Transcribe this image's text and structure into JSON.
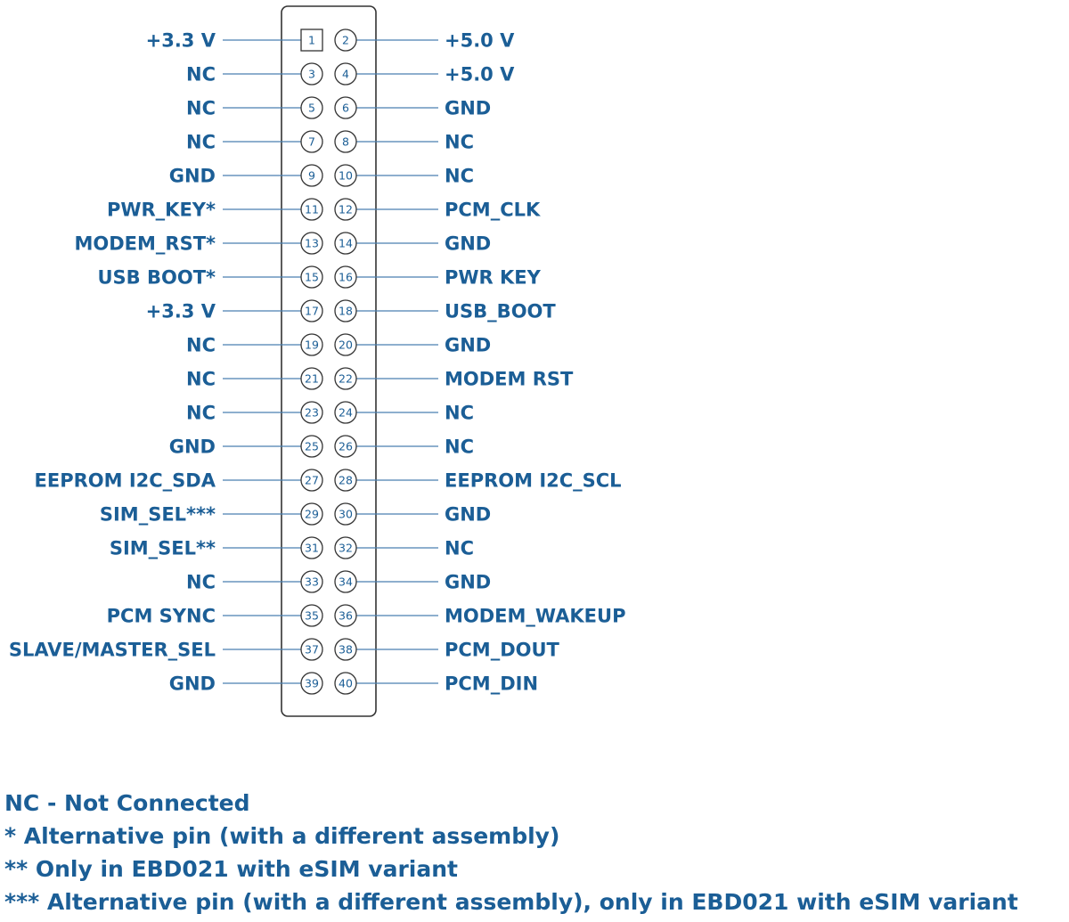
{
  "header": {
    "pins": [
      {
        "number": "1",
        "left": "+3.3 V",
        "right": "+5.0 V",
        "right_number": "2"
      },
      {
        "number": "3",
        "left": "NC",
        "right": "+5.0 V",
        "right_number": "4"
      },
      {
        "number": "5",
        "left": "NC",
        "right": "GND",
        "right_number": "6"
      },
      {
        "number": "7",
        "left": "NC",
        "right": "NC",
        "right_number": "8"
      },
      {
        "number": "9",
        "left": "GND",
        "right": "NC",
        "right_number": "10"
      },
      {
        "number": "11",
        "left": "PWR_KEY*",
        "right": "PCM_CLK",
        "right_number": "12"
      },
      {
        "number": "13",
        "left": "MODEM_RST*",
        "right": "GND",
        "right_number": "14"
      },
      {
        "number": "15",
        "left": "USB BOOT*",
        "right": "PWR KEY",
        "right_number": "16"
      },
      {
        "number": "17",
        "left": "+3.3 V",
        "right": "USB_BOOT",
        "right_number": "18"
      },
      {
        "number": "19",
        "left": "NC",
        "right": "GND",
        "right_number": "20"
      },
      {
        "number": "21",
        "left": "NC",
        "right": "MODEM RST",
        "right_number": "22"
      },
      {
        "number": "23",
        "left": "NC",
        "right": "NC",
        "right_number": "24"
      },
      {
        "number": "25",
        "left": "GND",
        "right": "NC",
        "right_number": "26"
      },
      {
        "number": "27",
        "left": "EEPROM I2C_SDA",
        "right": "EEPROM I2C_SCL",
        "right_number": "28"
      },
      {
        "number": "29",
        "left": "SIM_SEL***",
        "right": "GND",
        "right_number": "30"
      },
      {
        "number": "31",
        "left": "SIM_SEL**",
        "right": "NC",
        "right_number": "32"
      },
      {
        "number": "33",
        "left": "NC",
        "right": "GND",
        "right_number": "34"
      },
      {
        "number": "35",
        "left": "PCM SYNC",
        "right": "MODEM_WAKEUP",
        "right_number": "36"
      },
      {
        "number": "37",
        "left": "SLAVE/MASTER_SEL",
        "right": "PCM_DOUT",
        "right_number": "38"
      },
      {
        "number": "39",
        "left": "GND",
        "right": "PCM_DIN",
        "right_number": "40"
      }
    ]
  },
  "legend": {
    "line1": "NC - Not Connected",
    "line2": "* Alternative pin (with a different assembly)",
    "line3": "** Only in EBD021 with eSIM variant",
    "line4": "*** Alternative pin (with a different assembly), only in EBD021 with eSIM variant"
  },
  "colors": {
    "text": "#1b5e96",
    "pin_stroke": "#333333",
    "leader": "#4a7fb0"
  }
}
